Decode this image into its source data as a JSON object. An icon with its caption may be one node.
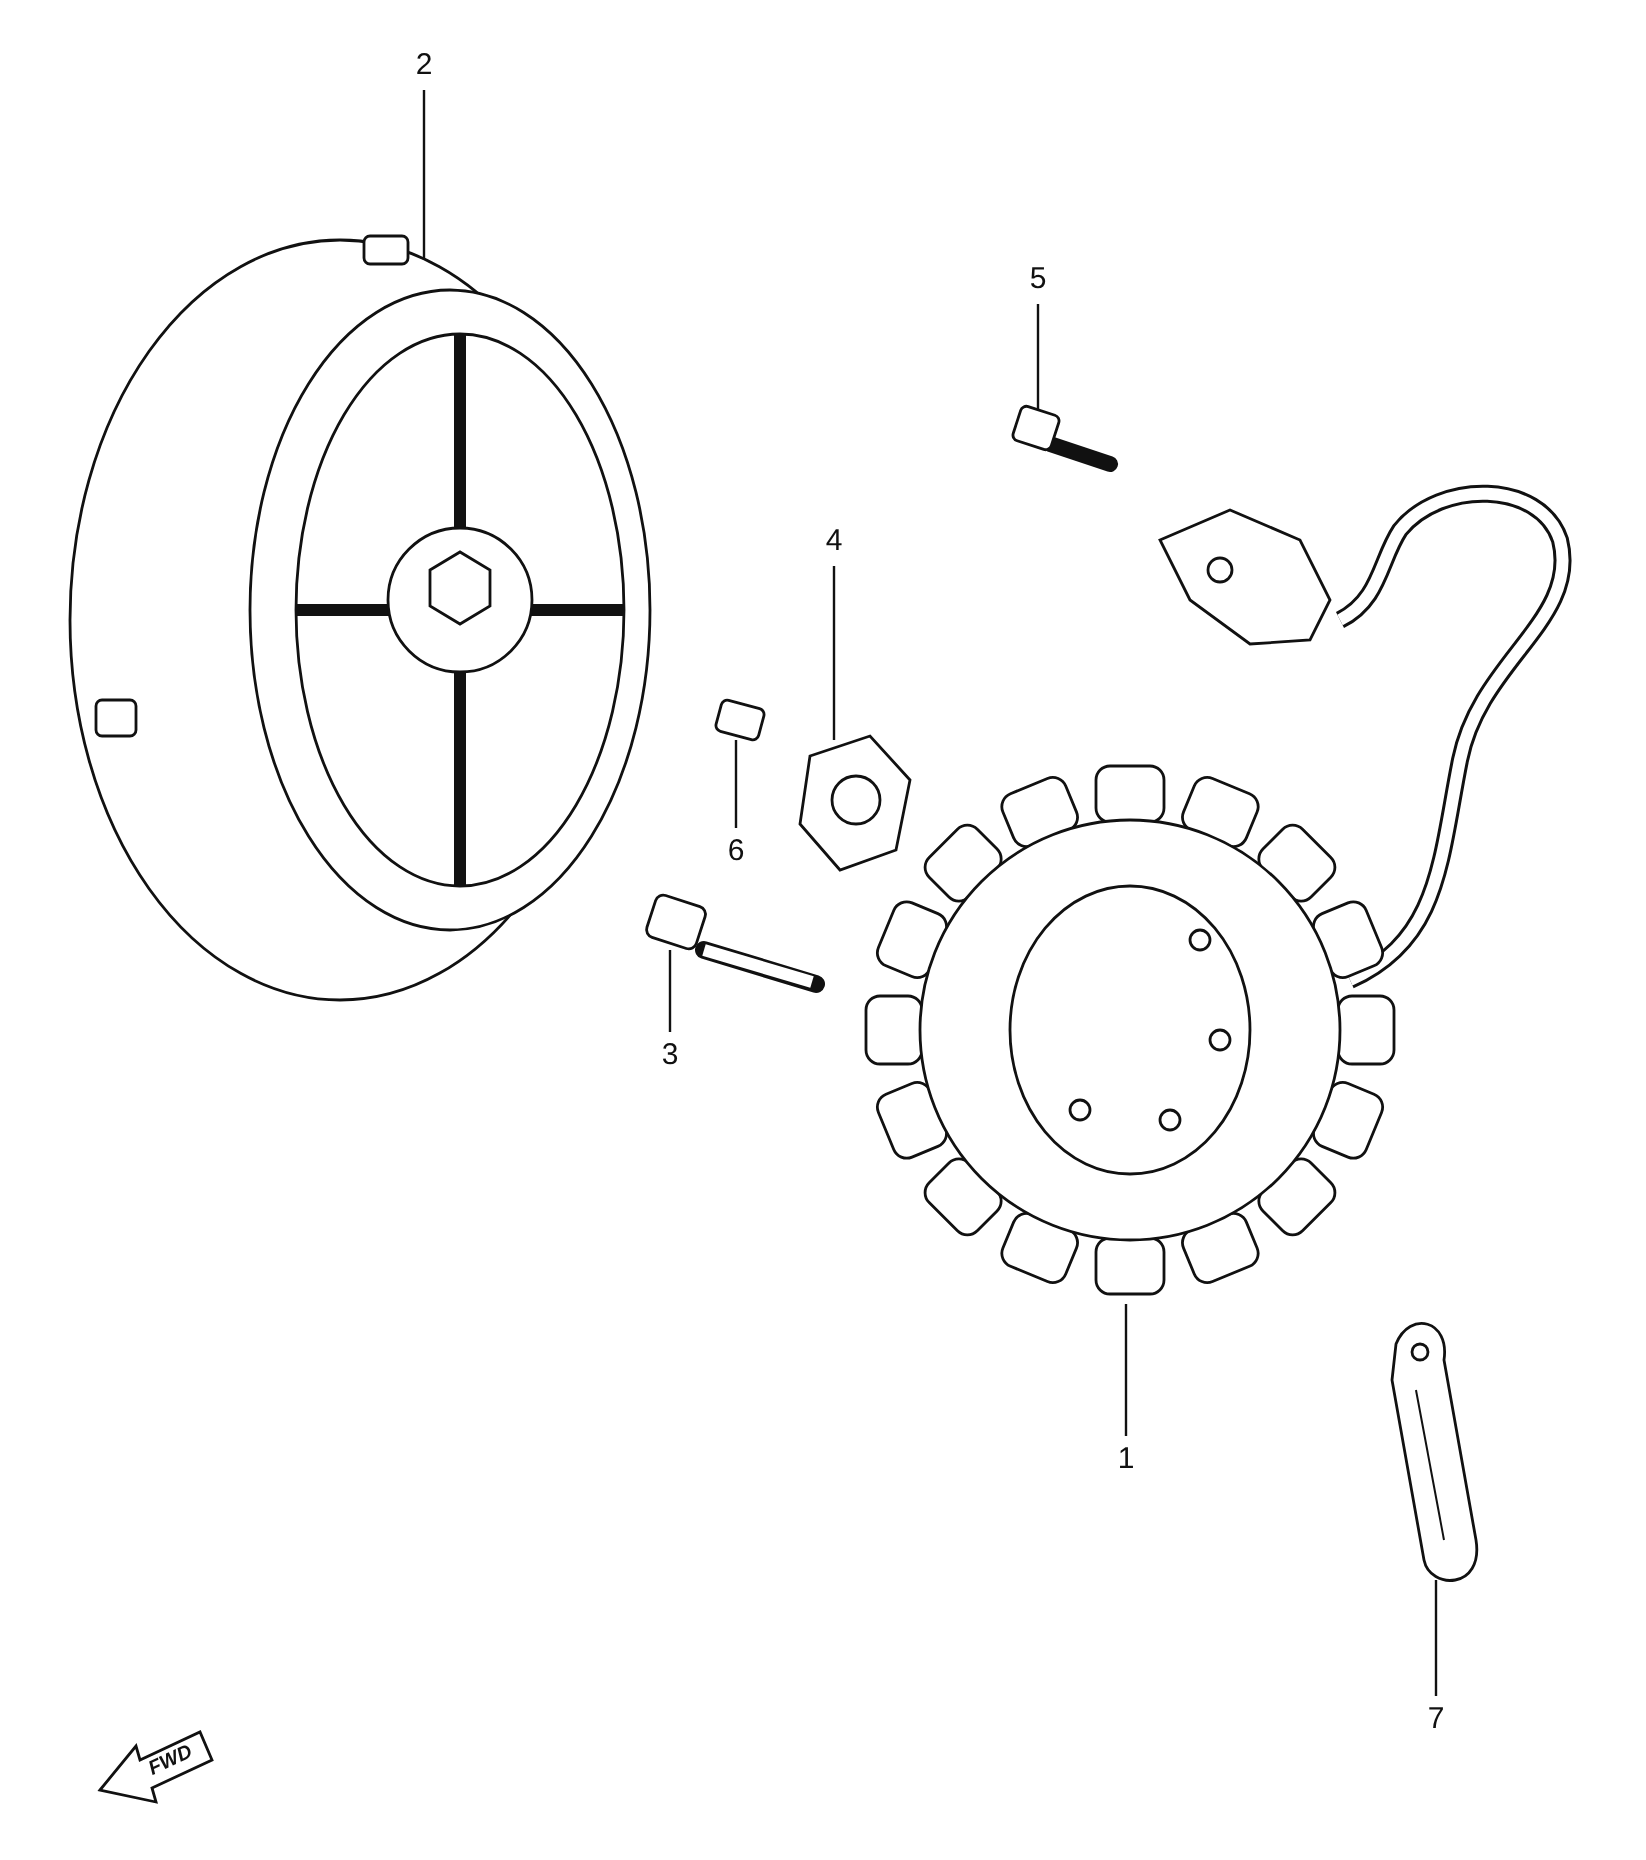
{
  "diagram": {
    "nodes": [
      {
        "text": [
          "1"
        ]
      },
      {
        "text": [
          "2"
        ]
      },
      {
        "text": [
          "3"
        ]
      },
      {
        "text": [
          "4"
        ]
      },
      {
        "text": [
          "5"
        ]
      },
      {
        "text": [
          "6"
        ]
      },
      {
        "text": [
          "7"
        ]
      },
      {
        "text": [],
        "shape": "picture"
      },
      {
        "text": [],
        "shape": "picture"
      },
      {
        "text": [],
        "shape": "picture"
      },
      {
        "text": [],
        "shape": "picture"
      },
      {
        "text": [],
        "shape": "picture"
      },
      {
        "text": [],
        "shape": "picture"
      },
      {
        "text": [],
        "shape": "picture"
      }
    ],
    "edges": [
      {
        "from": 0,
        "to": 7,
        "arrow": "none"
      },
      {
        "from": 1,
        "to": 8,
        "arrow": "none"
      },
      {
        "from": 2,
        "to": 9,
        "arrow": "none"
      },
      {
        "from": 3,
        "to": 10,
        "arrow": "none"
      },
      {
        "from": 4,
        "to": 11,
        "arrow": "none"
      },
      {
        "from": 5,
        "to": 12,
        "arrow": "none"
      },
      {
        "from": 6,
        "to": 13,
        "arrow": "none"
      }
    ],
    "labels": [
      "FWD"
    ]
  }
}
